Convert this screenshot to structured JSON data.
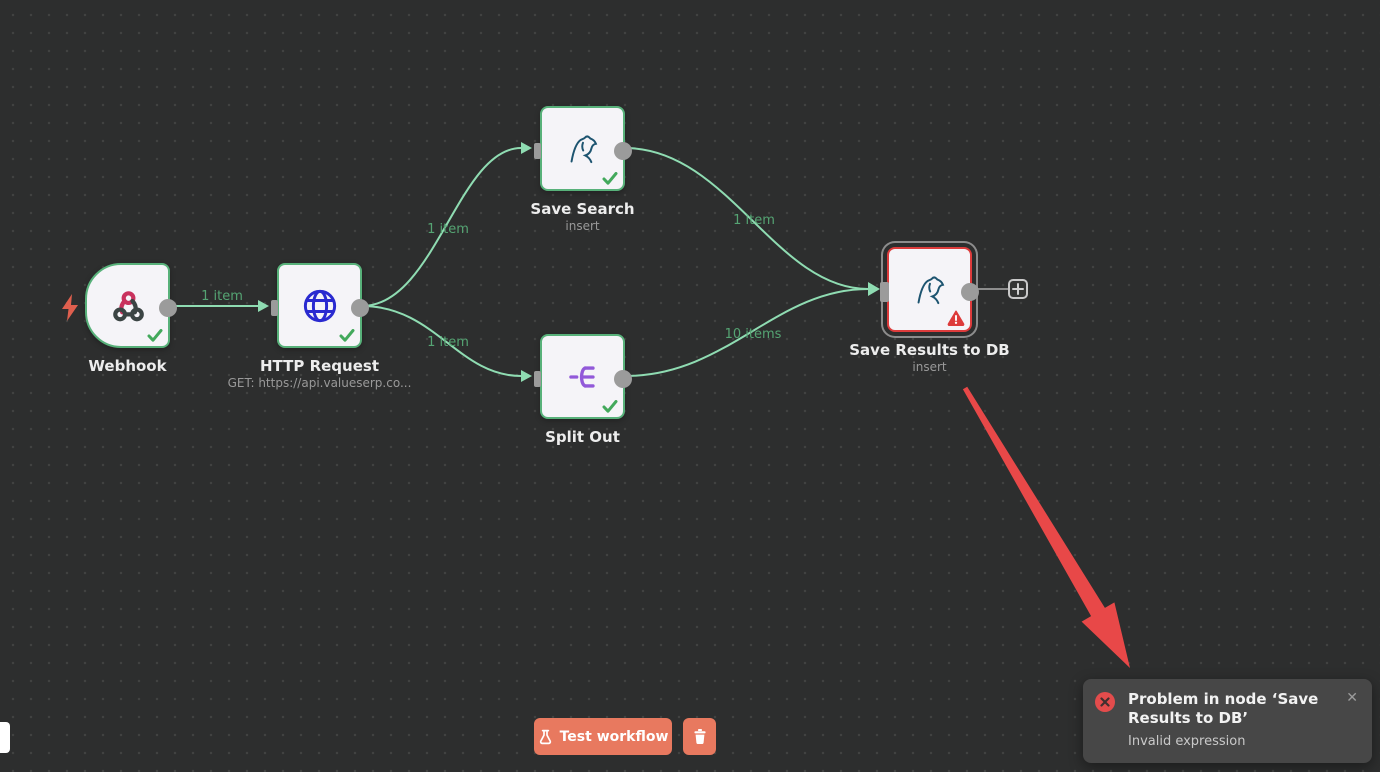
{
  "workflow": {
    "nodes": [
      {
        "title": "Webhook",
        "subtitle": ""
      },
      {
        "title": "HTTP Request",
        "subtitle": "GET: https://api.valueserp.co..."
      },
      {
        "title": "Save Search",
        "subtitle": "insert"
      },
      {
        "title": "Split Out",
        "subtitle": ""
      },
      {
        "title": "Save Results to DB",
        "subtitle": "insert"
      }
    ],
    "connection_labels": {
      "webhook_to_http": "1 item",
      "http_to_save_search": "1 item",
      "http_to_split_out": "1 item",
      "save_search_to_save_results": "1 item",
      "split_out_to_save_results": "10 items"
    }
  },
  "toolbar": {
    "test_workflow_label": "Test workflow"
  },
  "toast": {
    "title": "Problem in node ‘Save Results to DB’",
    "message": "Invalid expression",
    "close_glyph": "✕"
  },
  "colors": {
    "canvas_bg": "#2d2e2e",
    "node_success_border": "#58b17a",
    "node_error_border": "#dd3b3b",
    "connection_green": "#8fdcb2",
    "label_green": "#55a473",
    "primary_button": "#e8795f",
    "toast_bg": "#474747",
    "error_red": "#e34c4c",
    "annotation_arrow_red": "#e84848"
  }
}
